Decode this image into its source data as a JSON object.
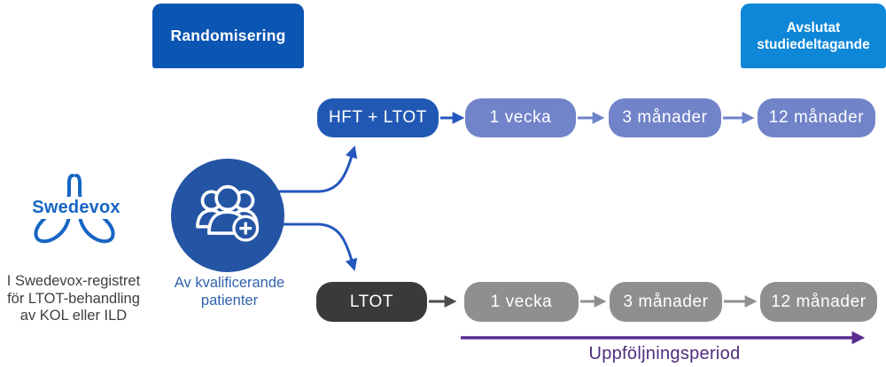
{
  "header": {
    "randomisering": "Randomisering",
    "avslutat_line1": "Avslutat",
    "avslutat_line2": "studiedeltagande"
  },
  "registry": {
    "logo_text": "Swedevox",
    "caption_line1": "I Swedevox-registret",
    "caption_line2": "för LTOT-behandling",
    "caption_line3": "av KOL eller ILD"
  },
  "patients": {
    "caption_line1": "Av kvalificerande",
    "caption_line2": "patienter"
  },
  "arms": {
    "hft": {
      "label": "HFT + LTOT",
      "visits": [
        "1 vecka",
        "3 månader",
        "12 månader"
      ]
    },
    "ltot": {
      "label": "LTOT",
      "visits": [
        "1 vecka",
        "3 månader",
        "12 månader"
      ]
    }
  },
  "timeline": {
    "label": "Uppföljningsperiod"
  },
  "icons": {
    "lungs": "lungs-icon",
    "people_add": "group-of-patients-with-plus-icon"
  },
  "colors": {
    "blue-primary": "#0b55b3",
    "blue-bright": "#0e87d8",
    "blue-arm": "#2158b4",
    "periwinkle": "#7183c9",
    "periwinkle-arrow": "#6e82c8",
    "blue-arrow": "#2457bd",
    "circle-blue": "#2454a4",
    "logo-blue": "#1565c3",
    "caption-blue": "#3061ad",
    "dark-text": "#3f3f41",
    "charcoal": "#3a393b",
    "dark-arrow": "#4c4b4d",
    "gray-box": "#8f8f91",
    "gray-arrow": "#8f8f91",
    "purple": "#5c2c90",
    "purple-text": "#4f2d7d"
  }
}
